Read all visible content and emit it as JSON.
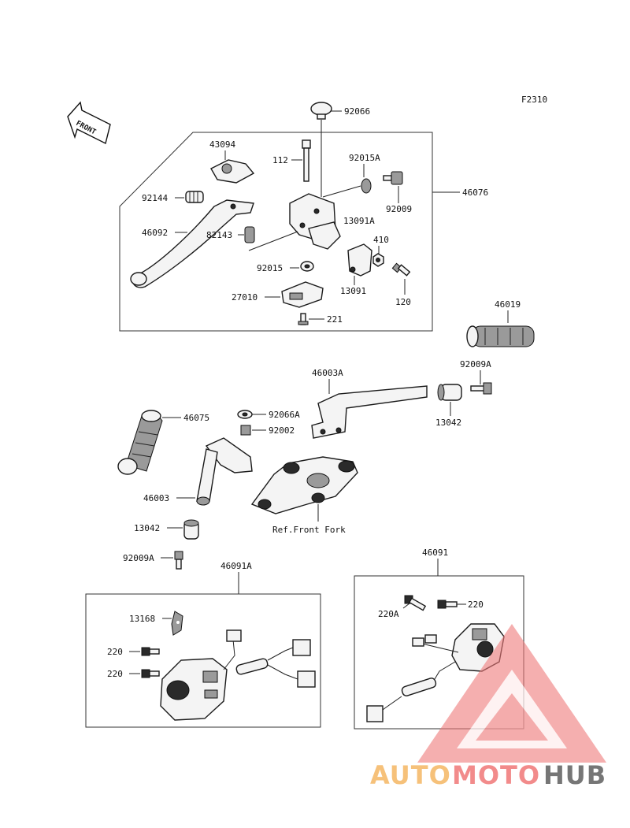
{
  "figure_code": "F2310",
  "front_arrow_label": "FRONT",
  "labels": {
    "p92066": "92066",
    "p43094": "43094",
    "p112": "112",
    "p92015A": "92015A",
    "p46076": "46076",
    "p92144": "92144",
    "p92009": "92009",
    "p13091A": "13091A",
    "p46092": "46092",
    "p82143": "82143",
    "p410": "410",
    "p92015": "92015",
    "p13091": "13091",
    "p120": "120",
    "p27010": "27010",
    "p221": "221",
    "p46019": "46019",
    "p92009A_right": "92009A",
    "p46003A": "46003A",
    "p13042_right": "13042",
    "p46075": "46075",
    "p92066A": "92066A",
    "p92002": "92002",
    "p46003": "46003",
    "ref_front_fork": "Ref.Front Fork",
    "p13042_left": "13042",
    "p92009A_left": "92009A",
    "p46091A": "46091A",
    "p46091": "46091",
    "p13168": "13168",
    "p220_a": "220",
    "p220_b": "220",
    "p220A": "220A",
    "p220_right": "220"
  },
  "watermark": {
    "part1": "AUTO",
    "part2": "MOTO",
    "part3": "HUB",
    "color1": "#f5b25a",
    "color2": "#ef6f6f",
    "color3": "#555555"
  }
}
